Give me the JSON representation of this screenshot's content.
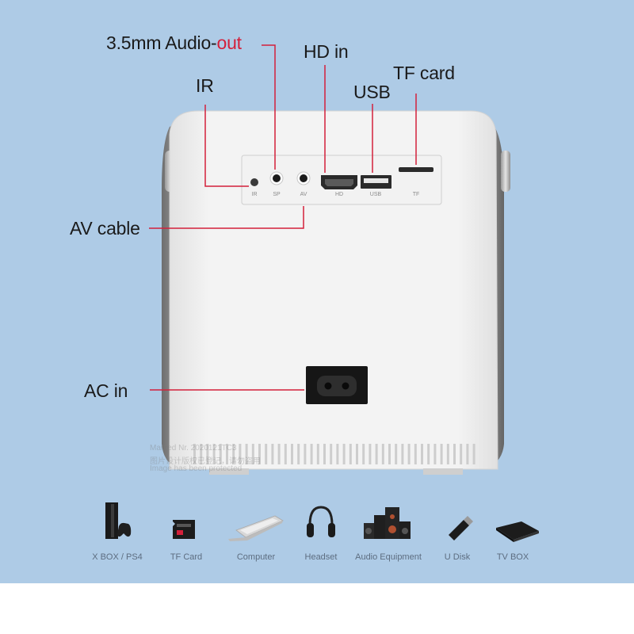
{
  "colors": {
    "background": "#aecbe6",
    "leader_line": "#d3203b",
    "accent_text": "#d3203b",
    "device_body": "#efefef",
    "side_panel": "#7d7d7d"
  },
  "callouts": {
    "audio_out_prefix": "3.5mm Audio-",
    "audio_out_accent": "out",
    "hd_in": "HD in",
    "tf_card": "TF card",
    "ir": "IR",
    "usb": "USB",
    "av_cable": "AV cable",
    "ac_in": "AC in"
  },
  "port_labels": {
    "ir": "IR",
    "sp": "SP",
    "av": "AV",
    "hd": "HD",
    "usb": "USB",
    "tf": "TF"
  },
  "watermark": {
    "line1": "Marked Nr. 2020121TC3",
    "line2": "图片设计版权已登记，请勿盗用",
    "line3": "Image has been protected"
  },
  "devices": [
    {
      "label": "X BOX / PS4",
      "icon": "game-console-icon"
    },
    {
      "label": "TF Card",
      "icon": "tf-card-icon"
    },
    {
      "label": "Computer",
      "icon": "laptop-icon"
    },
    {
      "label": "Headset",
      "icon": "headphones-icon"
    },
    {
      "label": "Audio Equipment",
      "icon": "speakers-icon"
    },
    {
      "label": "U Disk",
      "icon": "usb-drive-icon"
    },
    {
      "label": "TV BOX",
      "icon": "tv-box-icon"
    }
  ]
}
